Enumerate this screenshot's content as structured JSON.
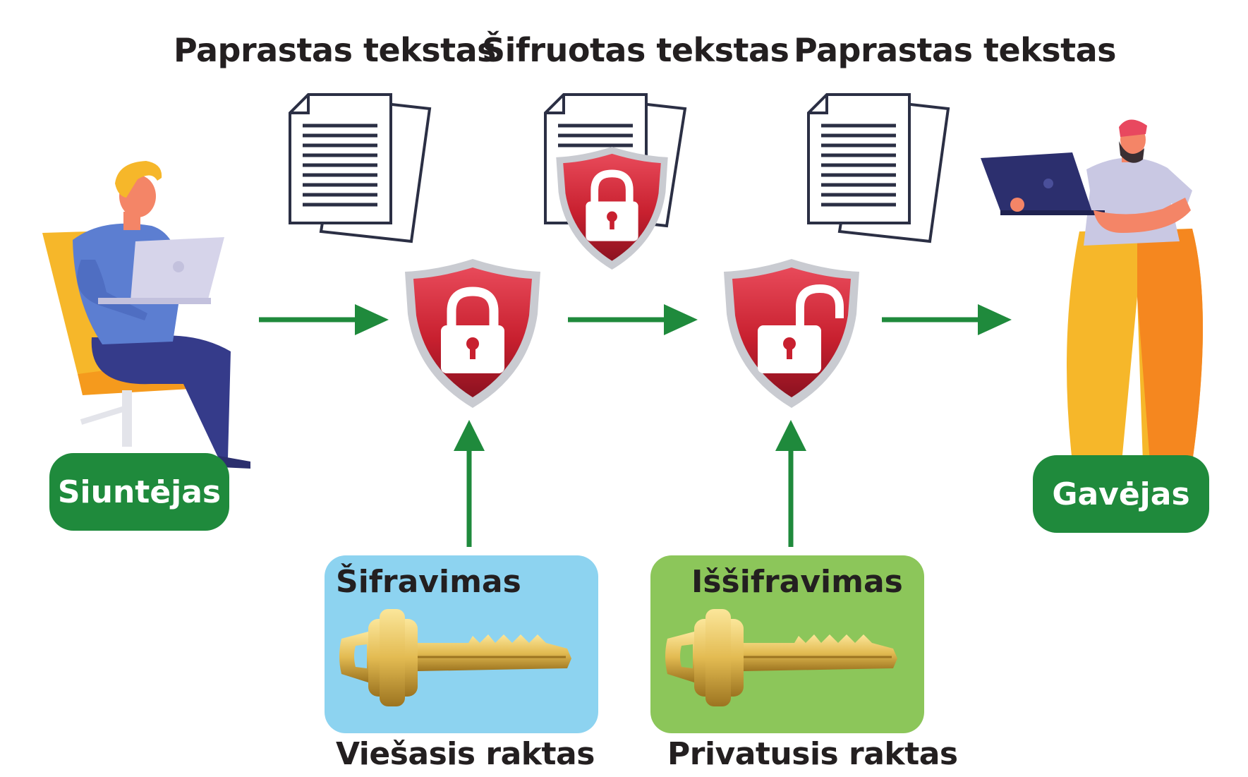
{
  "top_labels": {
    "plaintext_left": "Paprastas tekstas",
    "ciphertext": "Šifruotas tekstas",
    "plaintext_right": "Paprastas tekstas"
  },
  "sender": {
    "label": "Siuntėjas"
  },
  "receiver": {
    "label": "Gavėjas"
  },
  "encryption": {
    "title": "Šifravimas",
    "key_label": "Viešasis raktas"
  },
  "decryption": {
    "title": "Iššifravimas",
    "key_label": "Privatusis raktas"
  },
  "colors": {
    "arrow_green": "#1f8a3c",
    "shield_red": "#c8202f",
    "public_key_box": "#8dd3f0",
    "private_key_box": "#8cc65a",
    "key_gold": "#e3bb52"
  },
  "icons": {
    "document": "document-icon",
    "shield_locked": "shield-lock-icon",
    "shield_unlocked": "shield-unlock-icon",
    "key": "key-icon"
  }
}
